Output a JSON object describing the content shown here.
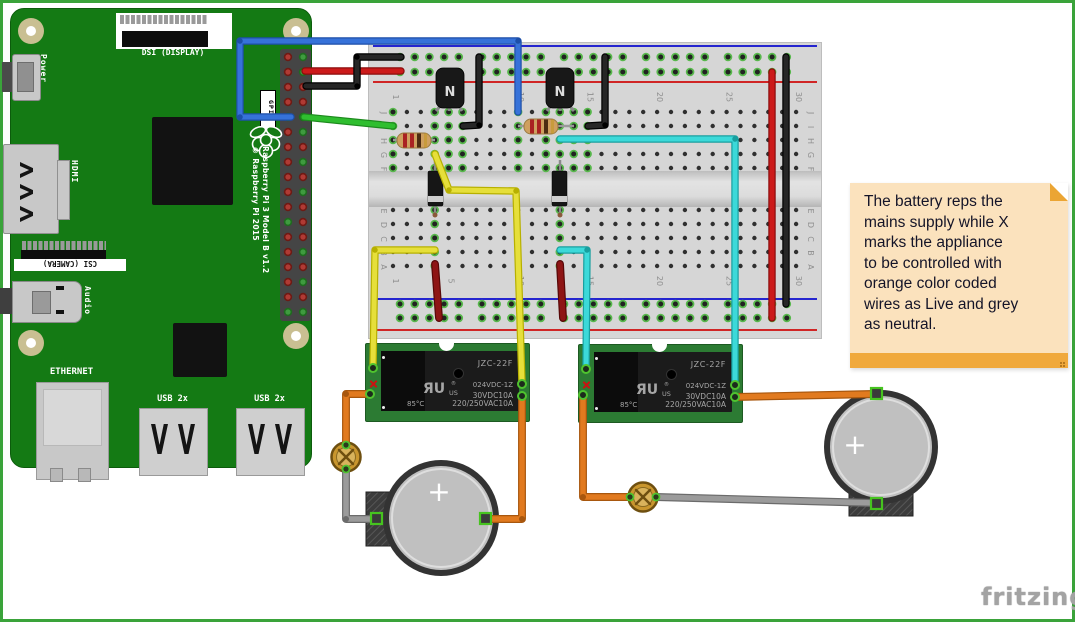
{
  "colors": {
    "frame_green": "#3aa33a",
    "pi_green": "#147a14",
    "breadboard_grey": "#d6d6d6",
    "rail_blue": "#2525cf",
    "rail_red": "#d02525",
    "hole_green": "#58b84c",
    "wire_blue": "#3672d9",
    "wire_green": "#2fbe2f",
    "wire_red": "#cc1a1a",
    "wire_black": "#262626",
    "wire_dark_red": "#8e1515",
    "wire_yellow": "#e6df3a",
    "wire_cyan": "#3cd9d9",
    "wire_orange": "#e17a1f",
    "wire_grey": "#9b9b9b",
    "relay_pcb_green": "#2c7b33",
    "note_bg": "#fbe2bd",
    "note_accent": "#f0a93c",
    "battery_grey": "#c2c2c2",
    "lamp_gold": "#c9962e"
  },
  "raspberry_pi": {
    "labels": {
      "power": "Power",
      "dsi": "DSI (DISPLAY)",
      "hdmi": "HDMI",
      "csi": "CSI (CAMERA)",
      "audio": "Audio",
      "ethernet": "ETHERNET",
      "usb1": "USB 2x",
      "usb2": "USB 2x",
      "gpio": "GPIO",
      "model": "Raspberry Pi 3 Model B v1.2",
      "copyright": "© Raspberry Pi 2015"
    }
  },
  "breadboard": {
    "row_letters": [
      "J",
      "I",
      "H",
      "G",
      "F",
      "E",
      "D",
      "C",
      "B",
      "A"
    ],
    "column_numbers": [
      "1",
      "5",
      "10",
      "15",
      "20",
      "25",
      "30"
    ]
  },
  "transistors": [
    {
      "label": "N"
    },
    {
      "label": "N"
    }
  ],
  "relays": [
    {
      "part_no": "JZC-22F",
      "ul_mark": "ЯU",
      "reg": "®",
      "us": "US",
      "coil_rating": "024VDC-1Z",
      "dc_rating": "30VDC10A",
      "temp": "85°C",
      "ac_rating": "220/250VAC10A"
    },
    {
      "part_no": "JZC-22F",
      "ul_mark": "ЯU",
      "reg": "®",
      "us": "US",
      "coil_rating": "024VDC-1Z",
      "dc_rating": "30VDC10A",
      "temp": "85°C",
      "ac_rating": "220/250VAC10A"
    }
  ],
  "batteries": [
    {
      "polarity": "+"
    },
    {
      "polarity": "+"
    }
  ],
  "note": {
    "text": "The battery reps the\nmains supply while X\nmarks the appliance\nto be controlled with\norange color coded\nwires as Live and grey\nas neutral."
  },
  "footer": {
    "logo": "fritzing"
  }
}
